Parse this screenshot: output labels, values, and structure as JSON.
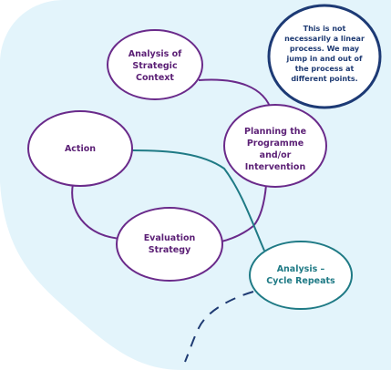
{
  "colors": {
    "background_blob": "#e3f4fb",
    "purple": "#6a2a8a",
    "teal": "#1f7a85",
    "navy": "#1d3a75"
  },
  "nodes": {
    "analysis_strategic": "Analysis of Strategic Context",
    "planning": "Planning the Programme and/or Intervention",
    "action": "Action",
    "evaluation": "Evaluation Strategy",
    "analysis_repeat": "Analysis – Cycle Repeats",
    "note": "This is not necessarily a linear process. We may jump in and out of the process at different points."
  }
}
